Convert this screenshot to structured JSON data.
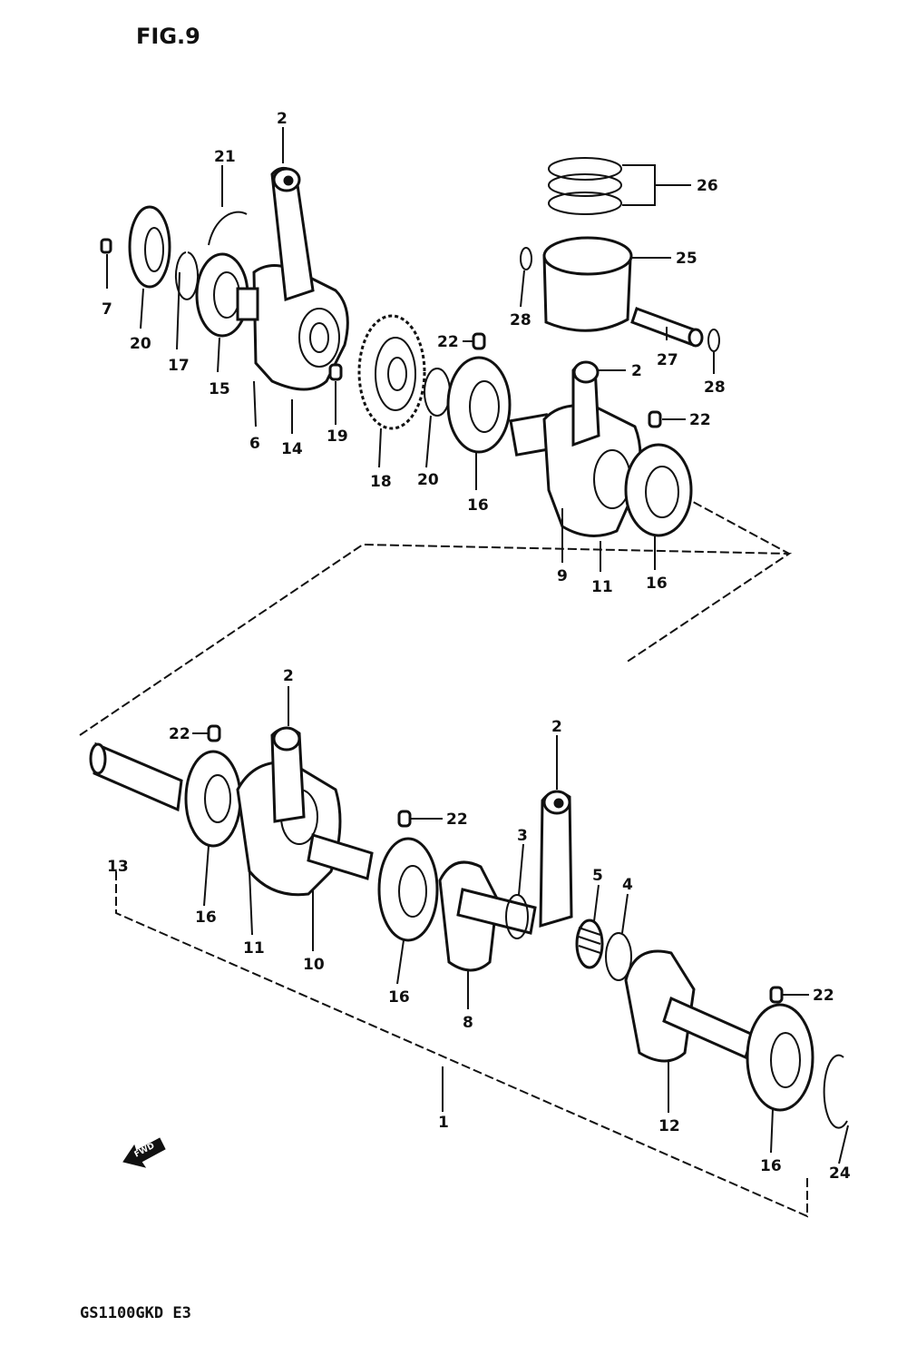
{
  "figure": {
    "title": "FIG.9",
    "model_code": "GS1100GKD  E3",
    "fwd_arrow_label": "FWD"
  },
  "labels": {
    "l1": "1",
    "l2a": "2",
    "l2b": "2",
    "l2c": "2",
    "l2d": "2",
    "l3": "3",
    "l4": "4",
    "l5": "5",
    "l6": "6",
    "l7": "7",
    "l8": "8",
    "l9": "9",
    "l10": "10",
    "l11a": "11",
    "l11b": "11",
    "l12": "12",
    "l13": "13",
    "l14": "14",
    "l15": "15",
    "l16a": "16",
    "l16b": "16",
    "l16c": "16",
    "l16d": "16",
    "l16e": "16",
    "l17": "17",
    "l18": "18",
    "l19": "19",
    "l20a": "20",
    "l20b": "20",
    "l21": "21",
    "l22a": "22",
    "l22b": "22",
    "l22c": "22",
    "l22d": "22",
    "l22e": "22",
    "l24": "24",
    "l25": "25",
    "l26": "26",
    "l27": "27",
    "l28a": "28",
    "l28b": "28"
  }
}
